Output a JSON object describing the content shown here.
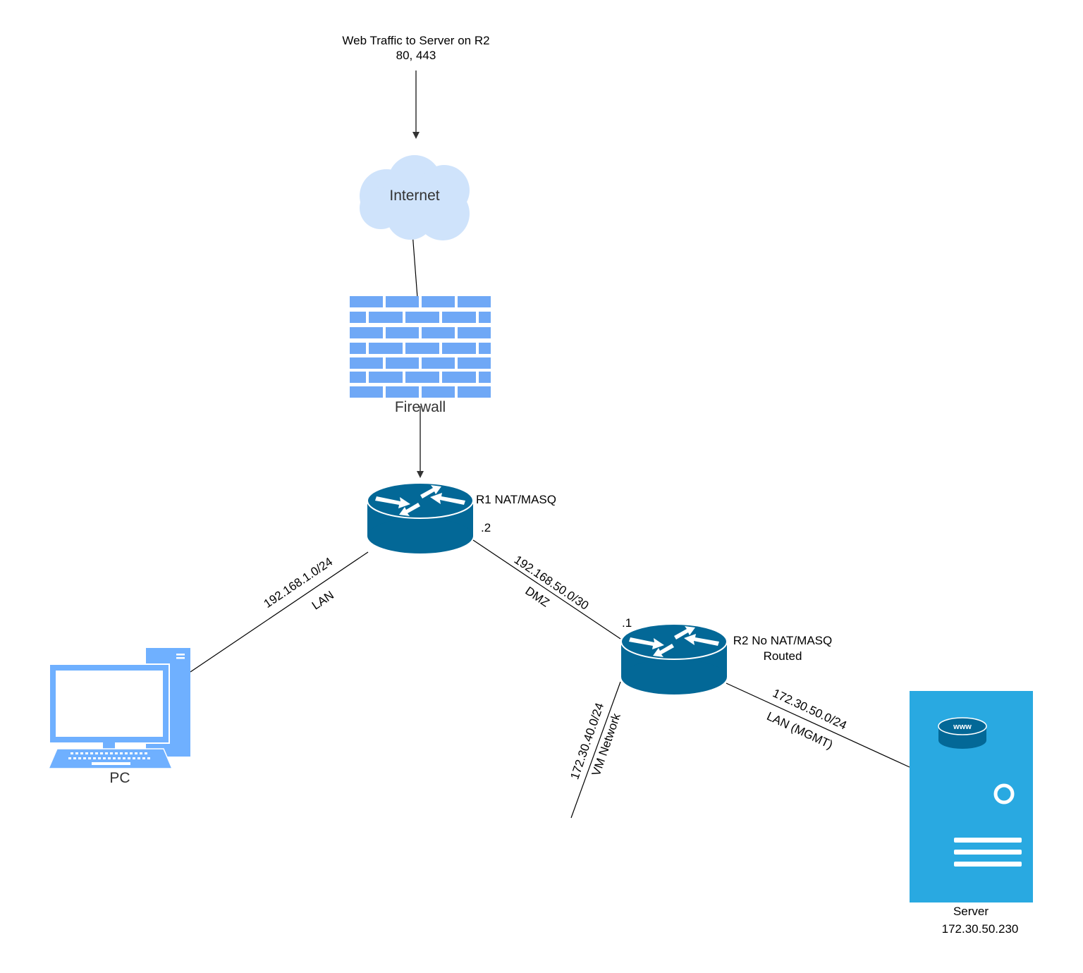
{
  "colors": {
    "cloud": "#cfe3fb",
    "firewall": "#6fa8f6",
    "router": "#036897",
    "pc": "#6fb0ff",
    "server": "#29a9e1",
    "link": "#000000"
  },
  "nodes": {
    "traffic_note": {
      "line1": "Web Traffic to Server on R2",
      "line2": "80, 443"
    },
    "internet": {
      "label": "Internet",
      "icon": "cloud-icon"
    },
    "firewall": {
      "label": "Firewall",
      "icon": "brick-wall-icon"
    },
    "r1": {
      "label": "R1 NAT/MASQ",
      "port": ".2",
      "icon": "router-icon"
    },
    "r2": {
      "label_line1": "R2 No NAT/MASQ",
      "label_line2": "Routed",
      "port": ".1",
      "icon": "router-icon"
    },
    "pc": {
      "label": "PC",
      "icon": "desktop-computer-icon"
    },
    "server": {
      "label": "Server",
      "ip": "172.30.50.230",
      "badge": "www",
      "icon": "server-icon"
    }
  },
  "links": {
    "lan": {
      "subnet": "192.168.1.0/24",
      "name": "LAN"
    },
    "dmz": {
      "subnet": "192.168.50.0/30",
      "name": "DMZ"
    },
    "vm": {
      "subnet": "172.30.40.0/24",
      "name": "VM Network"
    },
    "mgmt": {
      "subnet": "172.30.50.0/24",
      "name": "LAN (MGMT)"
    }
  }
}
